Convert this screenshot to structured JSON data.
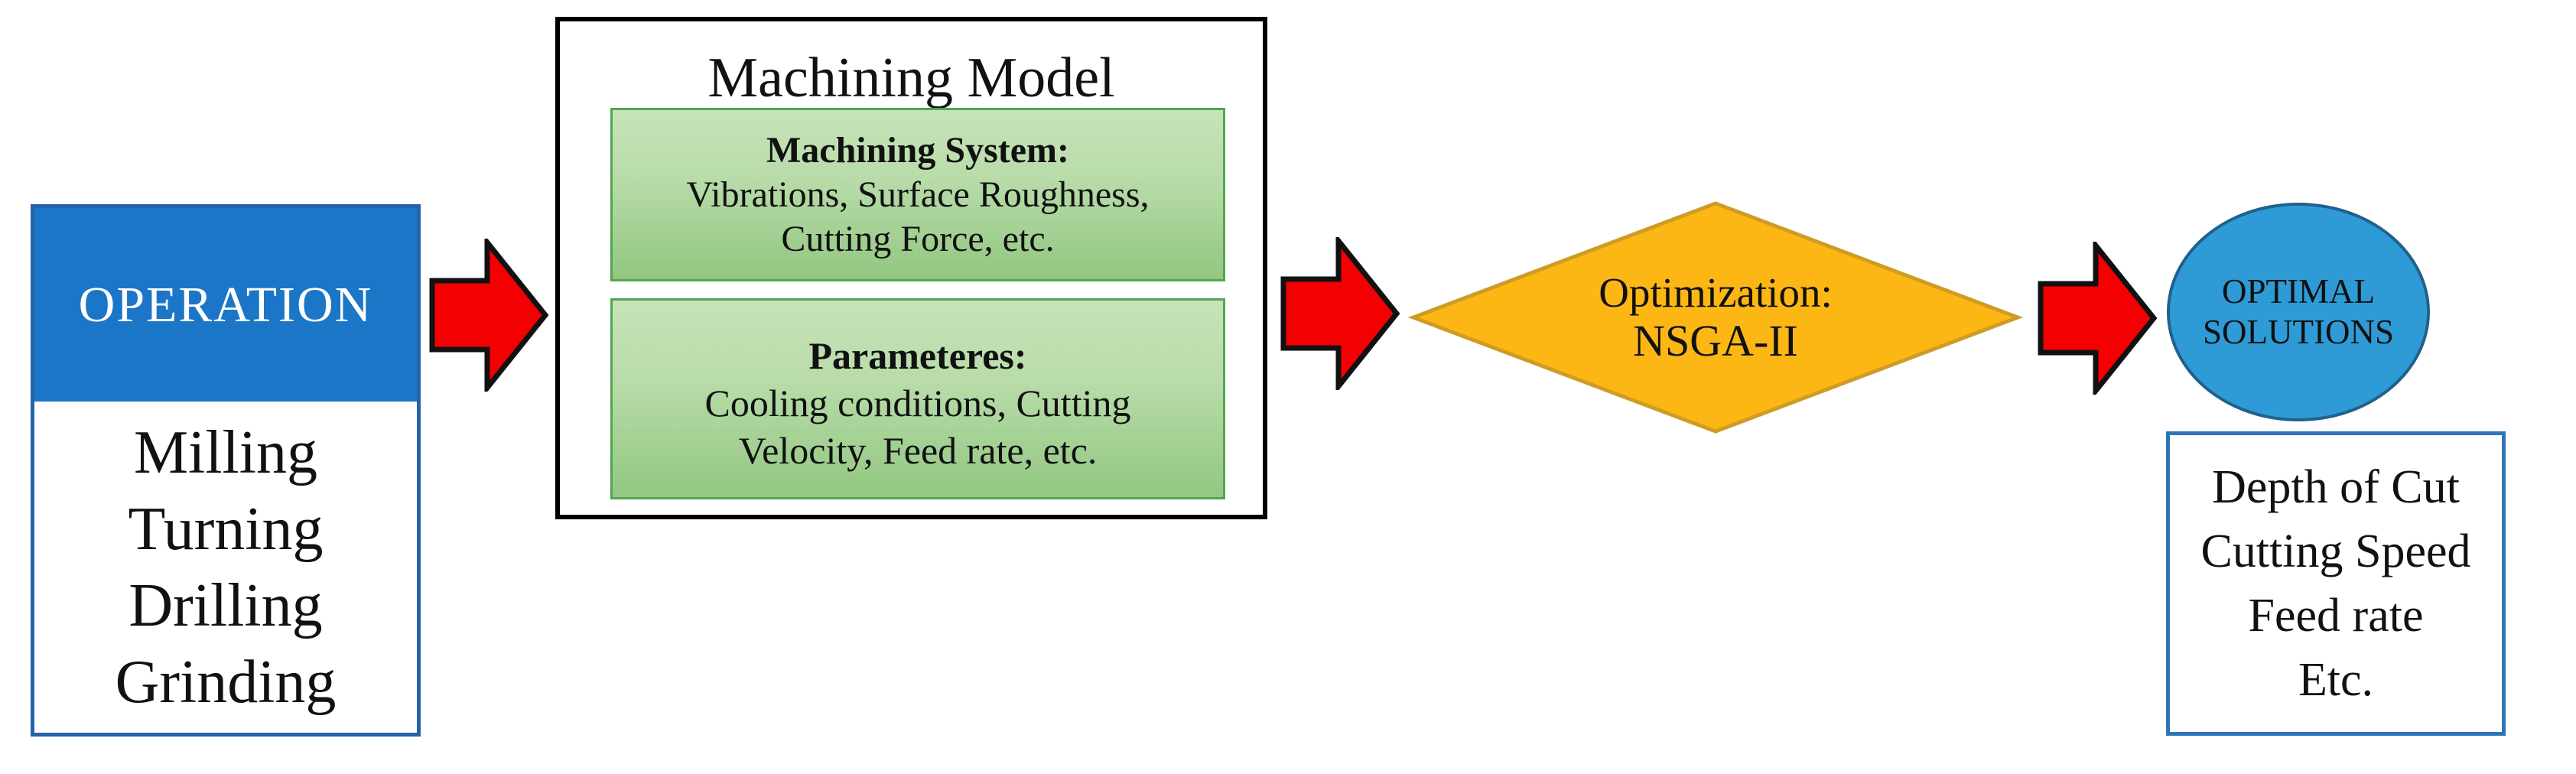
{
  "figure_type": "flowchart",
  "operation": {
    "title": "OPERATION",
    "items": [
      "Milling",
      "Turning",
      "Drilling",
      "Grinding"
    ]
  },
  "machining_model": {
    "title": "Machining Model",
    "system_box": {
      "heading": "Machining System:",
      "line1": "Vibrations, Surface Roughness,",
      "line2": "Cutting Force, etc."
    },
    "parameters_box": {
      "heading": "Parameteres:",
      "line1": "Cooling conditions, Cutting",
      "line2": "Velocity, Feed rate, etc."
    }
  },
  "optimization": {
    "line1": "Optimization:",
    "line2": "NSGA-II"
  },
  "optimal_solutions": {
    "line1": "OPTIMAL",
    "line2": "SOLUTIONS"
  },
  "outputs": {
    "items": [
      "Depth of Cut",
      "Cutting Speed",
      "Feed rate",
      "Etc."
    ]
  },
  "colors": {
    "blue_header": "#1B76C8",
    "blue_border": "#2563A8",
    "blue_thin_border": "#2E75B6",
    "green_border": "#53A551",
    "green_top": "#C6E3B9",
    "green_bottom": "#92C781",
    "diamond_fill": "#FCB715",
    "diamond_border": "#CE9B24",
    "arrow_red": "#F50002",
    "arrow_outline": "#111111",
    "ellipse_fill": "#2E9BD6",
    "ellipse_border": "#20618C"
  }
}
